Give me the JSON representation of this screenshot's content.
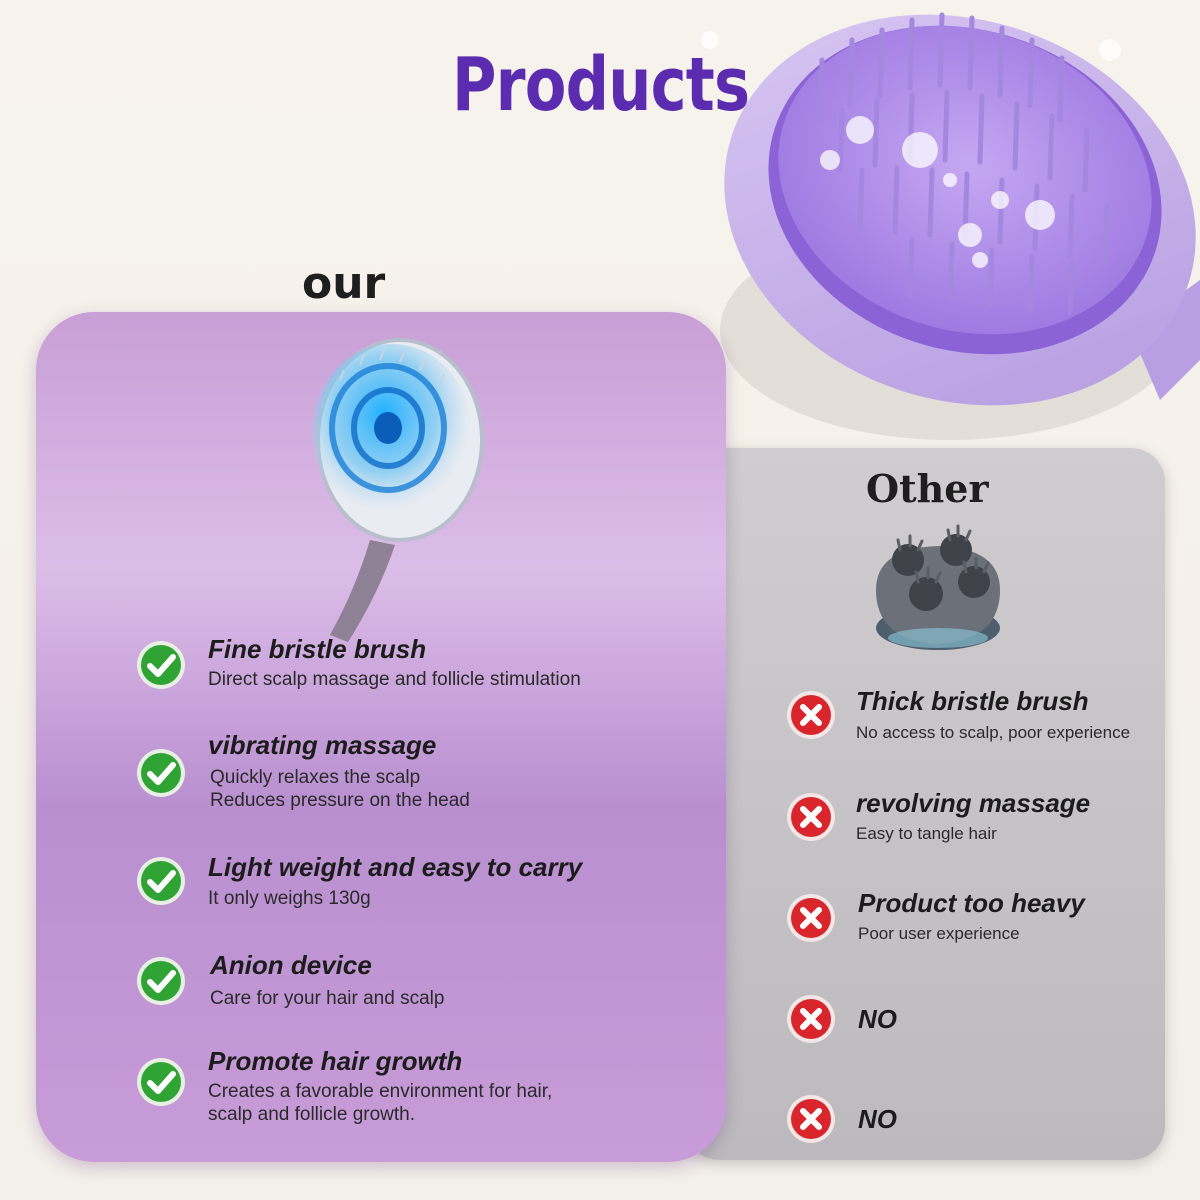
{
  "header": {
    "title": "Products"
  },
  "ours": {
    "label": "our",
    "features": [
      {
        "title": "Fine bristle brush",
        "desc": [
          "Direct scalp massage and follicle stimulation"
        ],
        "icon": "check-icon"
      },
      {
        "title": "vibrating massage",
        "desc": [
          "Quickly relaxes the scalp",
          "Reduces pressure on the head"
        ],
        "icon": "check-icon"
      },
      {
        "title": "Light weight and easy to carry",
        "desc": [
          "It only weighs 130g"
        ],
        "icon": "check-icon"
      },
      {
        "title": "Anion device",
        "desc": [
          "Care for your hair and scalp"
        ],
        "icon": "check-icon"
      },
      {
        "title": "Promote hair growth",
        "desc": [
          "Creates a favorable environment for hair,",
          "scalp and follicle growth."
        ],
        "icon": "check-icon"
      }
    ]
  },
  "other": {
    "label": "Other",
    "features": [
      {
        "title": "Thick bristle brush",
        "desc": "No access to scalp, poor experience",
        "icon": "cross-icon"
      },
      {
        "title": "revolving massage",
        "desc": "Easy to tangle hair",
        "icon": "cross-icon"
      },
      {
        "title": "Product too heavy",
        "desc": "Poor user experience",
        "icon": "cross-icon"
      },
      {
        "title": "NO",
        "desc": "",
        "icon": "cross-icon"
      },
      {
        "title": "NO",
        "desc": "",
        "icon": "cross-icon"
      }
    ]
  },
  "colors": {
    "title": "#5b2bb0",
    "check_green": "#2fa334",
    "cross_red": "#d8262c",
    "card_purple": "#c89fd6",
    "card_gray": "#c6c4c6"
  }
}
